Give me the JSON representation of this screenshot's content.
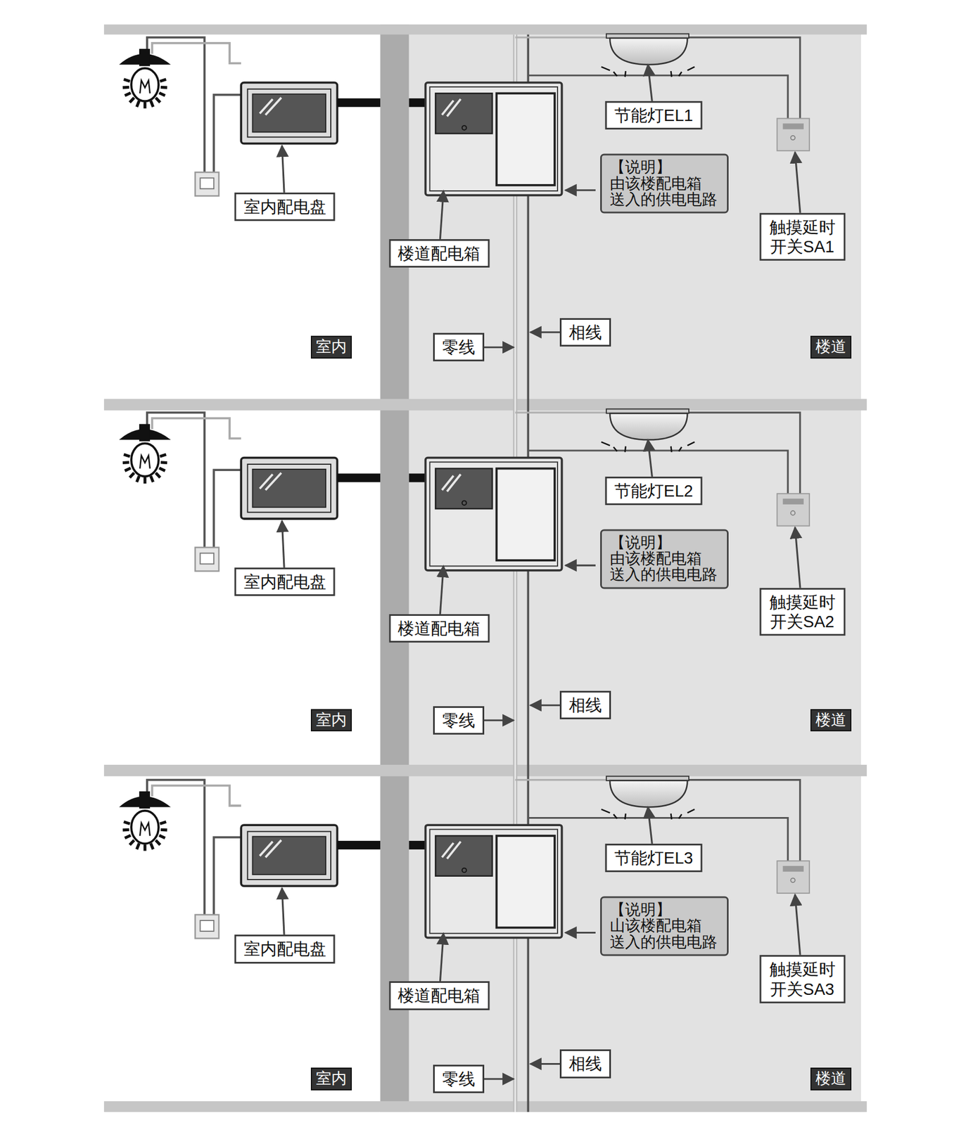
{
  "diagram": {
    "nodes": [
      {
        "text": [
          "节能灯EL1"
        ]
      },
      {
        "text": [
          "【说明】",
          "由该楼配电箱 送入的供电电路"
        ]
      },
      {
        "text": [
          "室内配电盘"
        ]
      },
      {
        "text": [
          "触摸延时 开关SA1"
        ]
      },
      {
        "text": [
          "楼道配电箱"
        ]
      },
      {
        "text": [
          "相线"
        ]
      },
      {
        "text": [
          "室内"
        ]
      },
      {
        "text": [
          "零线"
        ]
      },
      {
        "text": [
          "楼道"
        ]
      },
      {
        "text": [
          "节能灯EL2"
        ]
      },
      {
        "text": [
          "【说明】",
          "由该楼配电箱 送入的供电电路"
        ]
      },
      {
        "text": [
          "室内配电盘"
        ]
      },
      {
        "text": [
          "触摸延时 开关SA2"
        ]
      },
      {
        "text": [
          "楼道配电箱"
        ]
      },
      {
        "text": [
          "相线"
        ]
      },
      {
        "text": [
          "室内"
        ]
      },
      {
        "text": [
          "零线"
        ]
      },
      {
        "text": [
          "楼道"
        ]
      },
      {
        "text": [
          "节能灯EL3"
        ]
      },
      {
        "text": [
          "【说明】",
          "山该楼配电箱 送入的供电电路"
        ]
      },
      {
        "text": [
          "室内配电盘"
        ]
      },
      {
        "text": [
          "触摸延时 开关SA3"
        ]
      },
      {
        "text": [
          "楼道配电箱"
        ]
      },
      {
        "text": [
          "相线"
        ]
      },
      {
        "text": [
          "室内"
        ]
      },
      {
        "text": [
          "零线"
        ]
      },
      {
        "text": [
          "楼道"
        ]
      }
    ]
  }
}
